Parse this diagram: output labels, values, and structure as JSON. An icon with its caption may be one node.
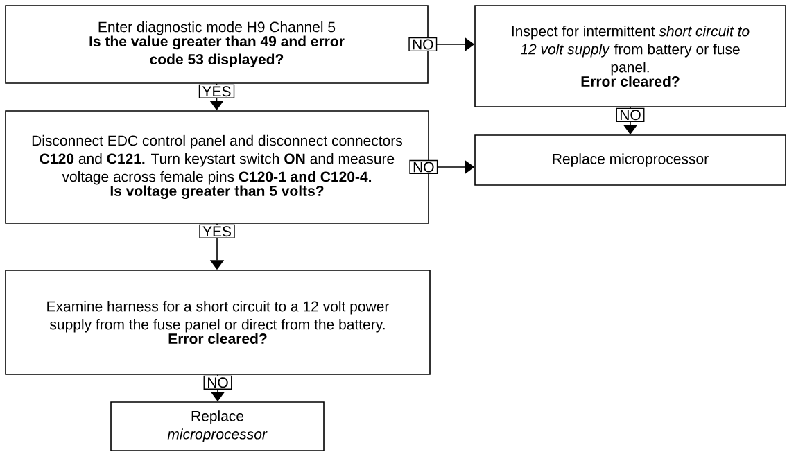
{
  "diagram": {
    "nodes": [
      {
        "text": [
          "Enter diagnostic mode H9 Channel 5",
          "Is the value greater than 49 and error code 53 displayed?"
        ]
      },
      {
        "text": [
          "Inspect for intermittent *short circuit to 12 volt supply* from battery or fuse panel.",
          "Error cleared?"
        ]
      },
      {
        "text": [
          "Disconnect EDC control panel and disconnect connectors **C120** and **C121.** Turn keystart switch **ON** and measure voltage across female pins **C120-1 and C120-4.**",
          "Is voltage greater than 5 volts?"
        ]
      },
      {
        "text": [
          "Replace microprocessor"
        ]
      },
      {
        "text": [
          "Examine harness for a short circuit to a 12 volt power supply from the fuse panel or direct from the battery.",
          "Error cleared?"
        ]
      },
      {
        "text": [
          "Replace *microprocessor*"
        ]
      }
    ],
    "edges": [
      {
        "from": 0,
        "to": 1,
        "arrow": "to",
        "label": "NO"
      },
      {
        "from": 0,
        "to": 2,
        "arrow": "to",
        "label": "YES"
      },
      {
        "from": 1,
        "to": 3,
        "arrow": "to",
        "label": "NO"
      },
      {
        "from": 2,
        "to": 3,
        "arrow": "to",
        "label": "NO"
      },
      {
        "from": 2,
        "to": 4,
        "arrow": "to",
        "label": "YES"
      },
      {
        "from": 4,
        "to": 5,
        "arrow": "to",
        "label": "NO"
      }
    ]
  }
}
